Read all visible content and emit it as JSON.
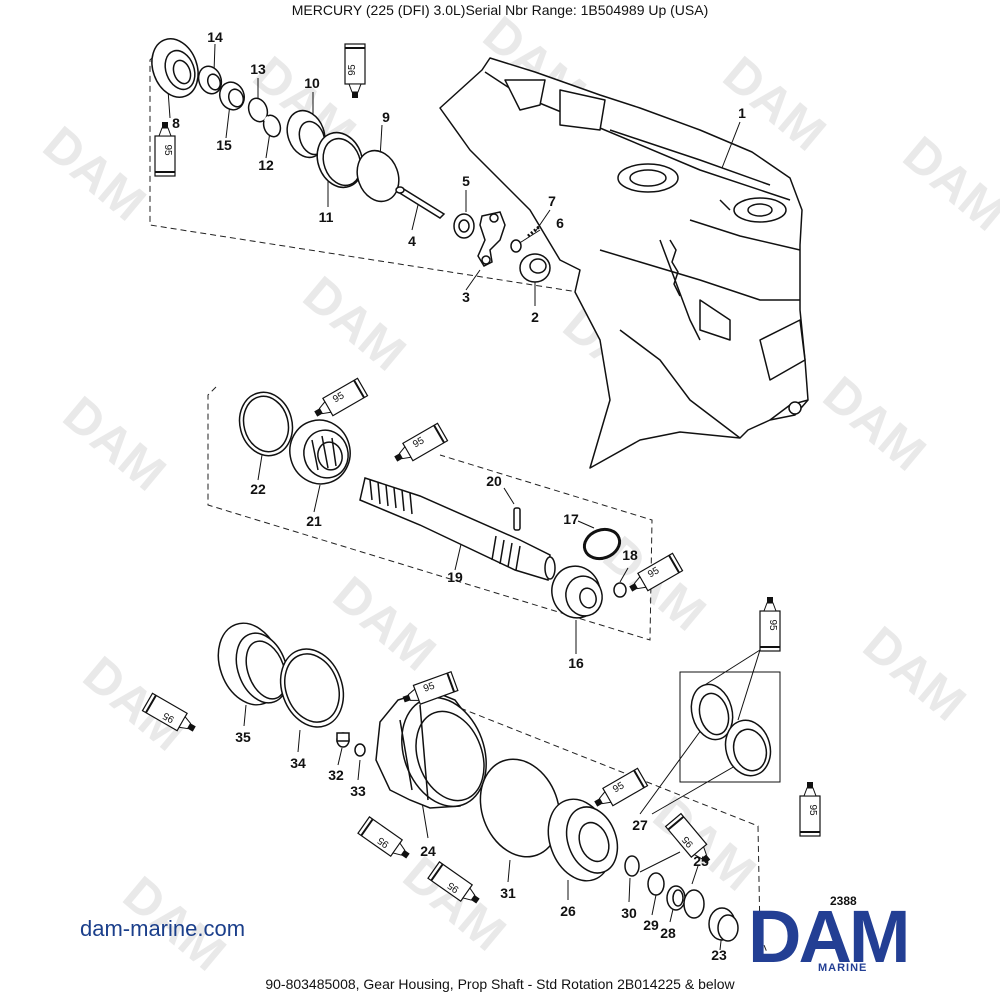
{
  "header": {
    "title": "MERCURY (225 (DFI) 3.0L)Serial Nbr Range: 1B504989  Up (USA)"
  },
  "footer": {
    "caption": "90-803485008, Gear Housing, Prop Shaft - Std Rotation 2B014225 & below",
    "website": "dam-marine.com"
  },
  "logo": {
    "main": "DAM",
    "sub": "MARINE",
    "color": "#233f94"
  },
  "watermark": {
    "text": "DAM"
  },
  "figure_number": "2388",
  "sealant_label": "95",
  "callouts": [
    {
      "id": "1",
      "label": "1"
    },
    {
      "id": "2",
      "label": "2"
    },
    {
      "id": "3",
      "label": "3"
    },
    {
      "id": "4",
      "label": "4"
    },
    {
      "id": "5",
      "label": "5"
    },
    {
      "id": "6",
      "label": "6"
    },
    {
      "id": "7",
      "label": "7"
    },
    {
      "id": "8",
      "label": "8"
    },
    {
      "id": "9",
      "label": "9"
    },
    {
      "id": "10",
      "label": "10"
    },
    {
      "id": "11",
      "label": "11"
    },
    {
      "id": "12",
      "label": "12"
    },
    {
      "id": "13",
      "label": "13"
    },
    {
      "id": "14",
      "label": "14"
    },
    {
      "id": "15",
      "label": "15"
    },
    {
      "id": "16",
      "label": "16"
    },
    {
      "id": "17",
      "label": "17"
    },
    {
      "id": "18",
      "label": "18"
    },
    {
      "id": "19",
      "label": "19"
    },
    {
      "id": "20",
      "label": "20"
    },
    {
      "id": "21",
      "label": "21"
    },
    {
      "id": "22",
      "label": "22"
    },
    {
      "id": "23",
      "label": "23"
    },
    {
      "id": "24",
      "label": "24"
    },
    {
      "id": "25",
      "label": "25"
    },
    {
      "id": "26",
      "label": "26"
    },
    {
      "id": "27",
      "label": "27"
    },
    {
      "id": "28",
      "label": "28"
    },
    {
      "id": "29",
      "label": "29"
    },
    {
      "id": "30",
      "label": "30"
    },
    {
      "id": "31",
      "label": "31"
    },
    {
      "id": "32",
      "label": "32"
    },
    {
      "id": "33",
      "label": "33"
    },
    {
      "id": "34",
      "label": "34"
    },
    {
      "id": "35",
      "label": "35"
    }
  ]
}
